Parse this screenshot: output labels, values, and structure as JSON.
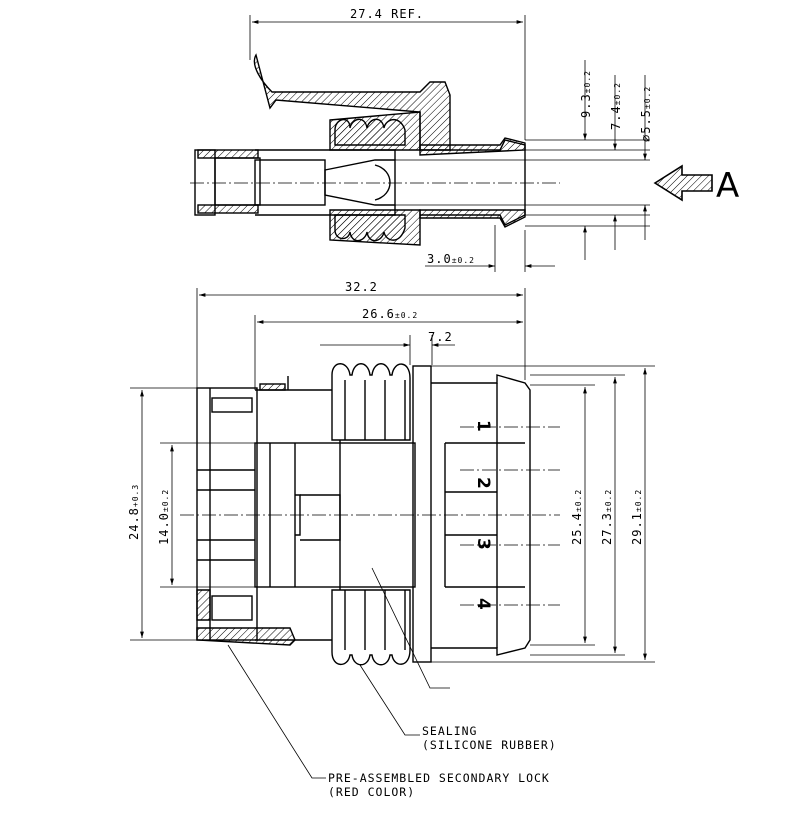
{
  "top_view": {
    "dims": {
      "overall_ref": "27.4 REF.",
      "d1": {
        "nominal": "9.3",
        "tol": "±0.2"
      },
      "d2": {
        "nominal": "7.4",
        "tol": "±0.2"
      },
      "d3": {
        "nominal": "∅5.5",
        "tol": "±0.2"
      },
      "d4": {
        "nominal": "3.0",
        "tol": "±0.2"
      }
    },
    "view_label": "A"
  },
  "bottom_view": {
    "dims": {
      "overall": "32.2",
      "d_26_6": {
        "nominal": "26.6",
        "tol": "±0.2"
      },
      "d_7_2": "7.2",
      "d_24_8": {
        "nominal": "24.8",
        "tol": "+0.3"
      },
      "d_14_0": {
        "nominal": "14.0",
        "tol": "±0.2"
      },
      "d_25_4": {
        "nominal": "25.4",
        "tol": "±0.2"
      },
      "d_27_3": {
        "nominal": "27.3",
        "tol": "±0.2"
      },
      "d_29_1": {
        "nominal": "29.1",
        "tol": "±0.2"
      }
    },
    "pins": [
      "1",
      "2",
      "3",
      "4"
    ]
  },
  "notes": {
    "sealing": [
      "SEALING",
      "(SILICONE RUBBER)"
    ],
    "secondary_lock": [
      "PRE-ASSEMBLED SECONDARY LOCK",
      "(RED COLOR)"
    ]
  }
}
